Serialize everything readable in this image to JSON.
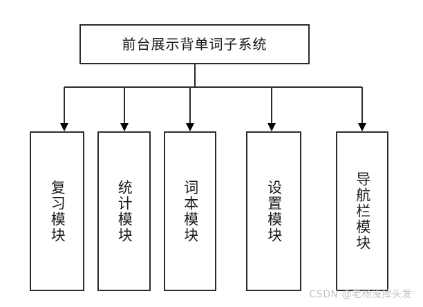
{
  "diagram": {
    "type": "hierarchy-tree",
    "orientation": "top-down",
    "background_color": "#ffffff",
    "line_color": "#2b2b2b",
    "text_color": "#1a1a1a",
    "root": {
      "label": "前台展示背单词子系统"
    },
    "children": [
      {
        "label": "复习模块"
      },
      {
        "label": "统计模块"
      },
      {
        "label": "词本模块"
      },
      {
        "label": "设置模块"
      },
      {
        "label": "导航栏模块"
      }
    ]
  },
  "watermark": {
    "text": "CSDN @老杨没掉头发",
    "color": "#c3c3c3"
  }
}
